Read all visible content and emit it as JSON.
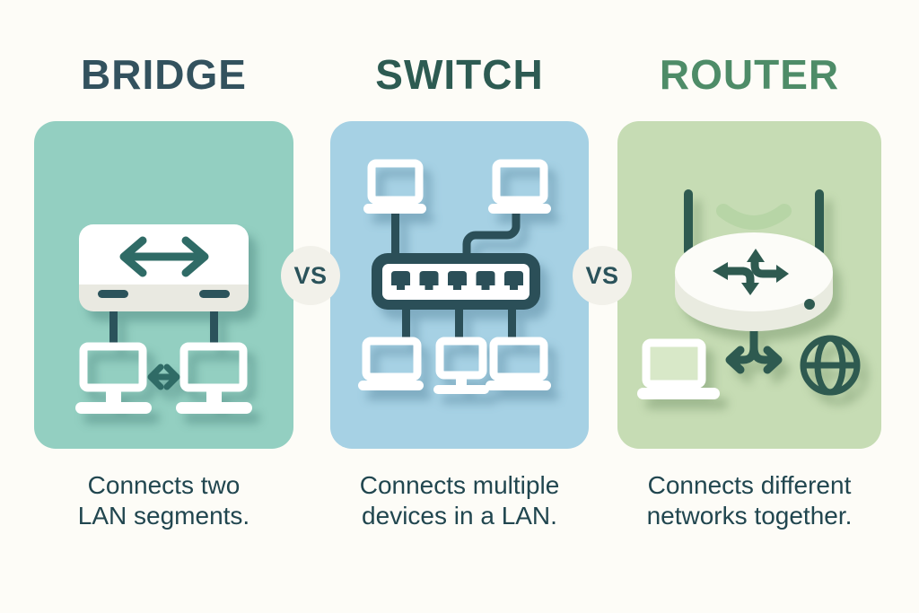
{
  "colors": {
    "background": "#fdfcf7",
    "accent_dark_teal": "#2b535b",
    "caption_text": "#21464f",
    "vs_circle_bg": "#f2f1ea"
  },
  "columns": [
    {
      "title": "BRIDGE",
      "title_color": "#33525e",
      "panel_color": "#93cfc1",
      "caption": "Connects two LAN segments.",
      "icons": [
        "bridge-device-icon",
        "bidirectional-arrow-icon",
        "computer-icon",
        "computer-icon"
      ]
    },
    {
      "title": "SWITCH",
      "title_color": "#2d5b52",
      "panel_color": "#a6d1e4",
      "caption": "Connects multiple devices in a LAN.",
      "icons": [
        "switch-device-icon",
        "laptop-icon",
        "laptop-icon",
        "laptop-icon",
        "monitor-icon",
        "laptop-icon"
      ]
    },
    {
      "title": "ROUTER",
      "title_color": "#4e8c68",
      "panel_color": "#c6dcb4",
      "caption": "Connects different networks together.",
      "icons": [
        "router-device-icon",
        "wifi-signal-icon",
        "routing-arrows-icon",
        "laptop-icon",
        "globe-icon",
        "network-split-arrows-icon"
      ]
    }
  ],
  "separators": [
    {
      "label": "VS"
    },
    {
      "label": "VS"
    }
  ]
}
